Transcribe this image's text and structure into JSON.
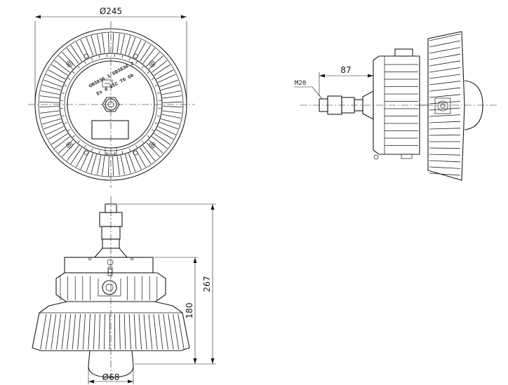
{
  "dimensions": {
    "top_diameter": "Ø245",
    "side_length": "87",
    "thread": "M20",
    "total_height": "267",
    "body_height": "180",
    "lens_diameter": "Ø68"
  },
  "nameplate": {
    "marking_line1": "GB3836.1 GB3836.2",
    "marking_line2": "Ex d IIC T6 Gb"
  }
}
